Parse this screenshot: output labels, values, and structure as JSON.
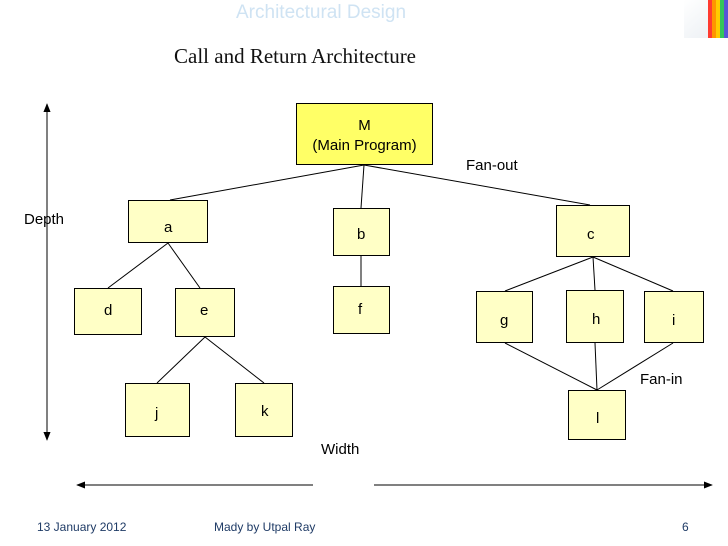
{
  "header": {
    "banner": "Architectural Design",
    "title": "Call and Return Architecture"
  },
  "nodes": {
    "m_line1": "M",
    "m_line2": "(Main Program)",
    "a": "a",
    "b": "b",
    "c": "c",
    "d": "d",
    "e": "e",
    "f": "f",
    "g": "g",
    "h": "h",
    "i": "i",
    "j": "j",
    "k": "k",
    "l": "l"
  },
  "labels": {
    "fan_out": "Fan-out",
    "fan_in": "Fan-in",
    "depth": "Depth",
    "width": "Width"
  },
  "footer": {
    "date": "13 January 2012",
    "author": "Mady by  Utpal Ray",
    "page": "6"
  },
  "colors": {
    "root_fill": "#ffff66",
    "node_fill": "#ffffc6",
    "banner_text": "#cfe3f3",
    "footer_text": "#1f3b66"
  }
}
